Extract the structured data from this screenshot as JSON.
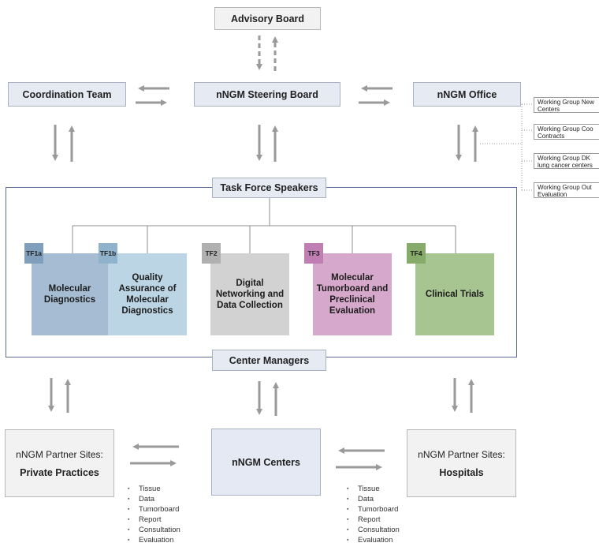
{
  "nodes": {
    "advisory_board": "Advisory Board",
    "coordination_team": "Coordination Team",
    "steering_board": "nNGM Steering Board",
    "office": "nNGM Office",
    "task_force_speakers": "Task Force Speakers",
    "center_managers": "Center Managers",
    "centers": "nNGM Centers",
    "partner_private_line1": "nNGM Partner Sites:",
    "partner_private_line2": "Private Practices",
    "partner_hospitals_line1": "nNGM Partner Sites:",
    "partner_hospitals_line2": "Hospitals"
  },
  "task_forces": [
    {
      "tag": "TF1a",
      "label": "Molecular Diagnostics",
      "color": "#a5bcd3",
      "tag_color": "#7f9fbd"
    },
    {
      "tag": "TF1b",
      "label": "Quality Assurance of Molecular Diagnostics",
      "color": "#bcd5e5",
      "tag_color": "#8fb3cc"
    },
    {
      "tag": "TF2",
      "label": "Digital Networking and Data Collection",
      "color": "#d2d2d2",
      "tag_color": "#b0b0b0"
    },
    {
      "tag": "TF3",
      "label": "Molecular Tumorboard and Preclinical Evaluation",
      "color": "#d6a8cb",
      "tag_color": "#c07fb3"
    },
    {
      "tag": "TF4",
      "label": "Clinical Trials",
      "color": "#a7c590",
      "tag_color": "#86ab6b"
    }
  ],
  "working_groups": [
    {
      "line1": "Working Group New",
      "line2": "Centers"
    },
    {
      "line1": "Working Group Coo",
      "line2": "Contracts"
    },
    {
      "line1": "Working Group DK",
      "line2": "lung cancer centers"
    },
    {
      "line1": "Working Group Out",
      "line2": "Evaluation"
    }
  ],
  "exchange_items": [
    "Tissue",
    "Data",
    "Tumorboard",
    "Report",
    "Consultation",
    "Evaluation"
  ],
  "colors": {
    "frame": "#5d6a94",
    "arrow": "#9a9a9a"
  }
}
